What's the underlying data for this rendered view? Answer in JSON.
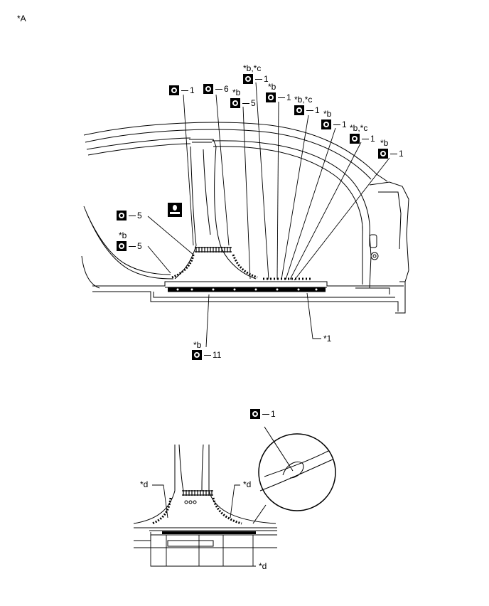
{
  "figure_label": "*A",
  "callouts": {
    "top_left_1": {
      "qty": "1"
    },
    "top_6": {
      "qty": "6"
    },
    "top_b_5": {
      "note": "*b",
      "qty": "5"
    },
    "top_bc_1": {
      "note": "*b,*c",
      "qty": "1"
    },
    "top_b_1a": {
      "note": "*b",
      "qty": "1"
    },
    "top_bc_1b": {
      "note": "*b,*c",
      "qty": "1"
    },
    "top_b_1c": {
      "note": "*b",
      "qty": "1"
    },
    "top_bc_1d": {
      "note": "*b,*c",
      "qty": "1"
    },
    "top_b_1e": {
      "note": "*b",
      "qty": "1"
    },
    "left_5": {
      "qty": "5"
    },
    "left_b_5": {
      "note": "*b",
      "qty": "5"
    },
    "bottom_b_11": {
      "note": "*b",
      "qty": "11"
    },
    "detail_1": {
      "qty": "1"
    }
  },
  "note_star1": "*1",
  "detail_notes": {
    "left": "*d",
    "right": "*d",
    "bottom": "*d"
  }
}
